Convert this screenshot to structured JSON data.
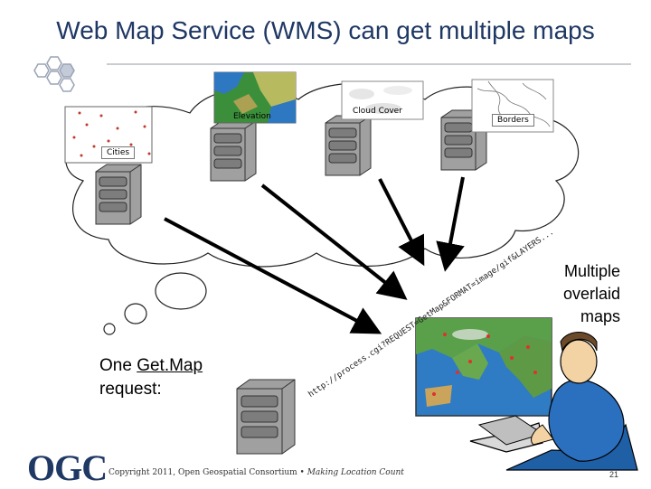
{
  "slide": {
    "title": "Web Map Service (WMS) can get multiple maps",
    "page_number": "21"
  },
  "layers": {
    "elevation": "Elevation",
    "cloud_cover": "Cloud Cover",
    "borders": "Borders",
    "cities": "Cities"
  },
  "result": {
    "line1": "Multiple",
    "line2": "overlaid",
    "line3": "maps"
  },
  "request": {
    "prefix": "One ",
    "keyword": "Get.Map",
    "suffix": "request:",
    "url": "http://process.cgi?REQUEST=GetMap&FORMAT=image/gif&LAYERS..."
  },
  "footer": {
    "logo": "OGC",
    "copyright": "Copyright 2011, Open Geospatial Consortium",
    "tagline": "Making Location Count"
  },
  "colors": {
    "title": "#1f3864",
    "server": "#8a8a8a",
    "sea": "#2f7bc4",
    "land": "#6aa84f"
  }
}
